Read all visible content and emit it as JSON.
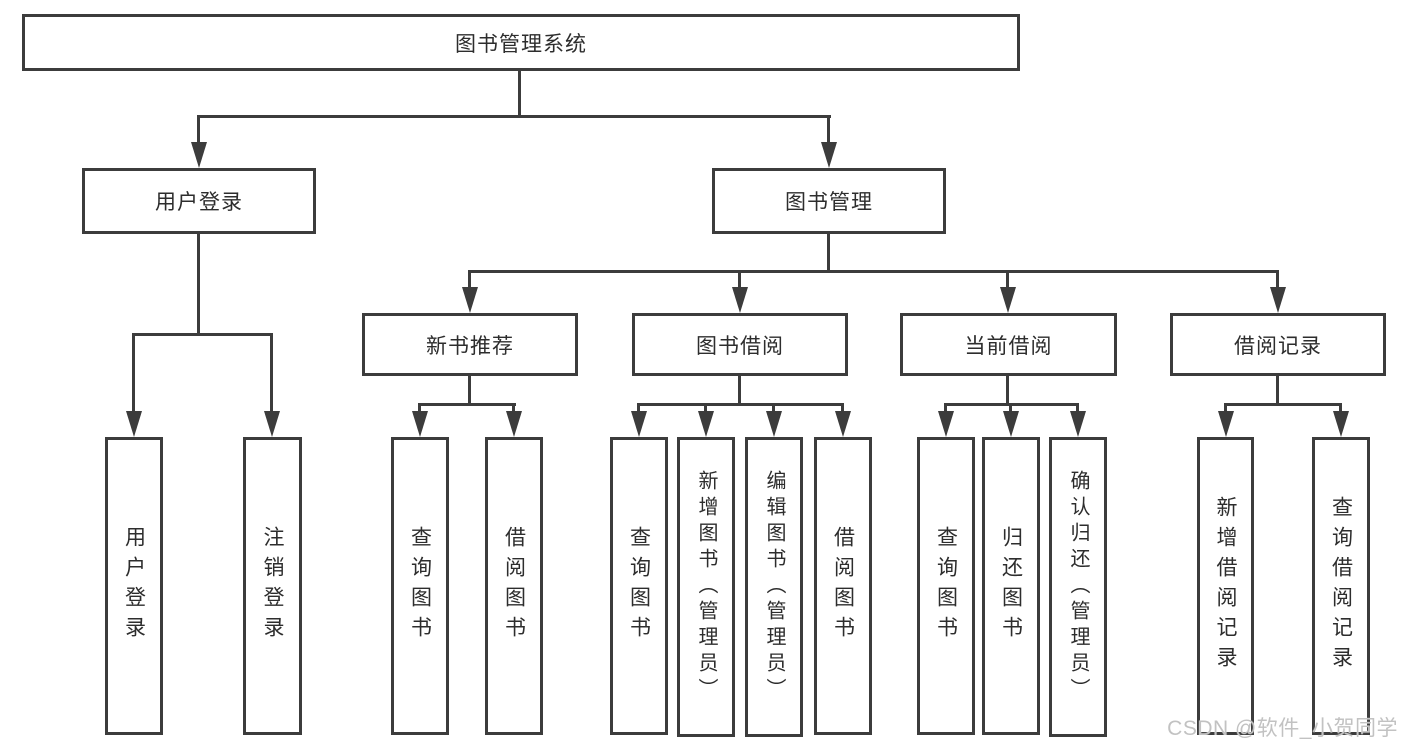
{
  "diagram": {
    "root": {
      "label": "图书管理系统"
    },
    "level2": [
      {
        "label": "用户登录"
      },
      {
        "label": "图书管理"
      }
    ],
    "level3": [
      {
        "label": "新书推荐"
      },
      {
        "label": "图书借阅"
      },
      {
        "label": "当前借阅"
      },
      {
        "label": "借阅记录"
      }
    ],
    "leaves": {
      "user_login": [
        {
          "label": "用户登录"
        },
        {
          "label": "注销登录"
        }
      ],
      "new_book": [
        {
          "label": "查询图书"
        },
        {
          "label": "借阅图书"
        }
      ],
      "book_borrow": [
        {
          "label": "查询图书"
        },
        {
          "label": "新增图书（管理员）"
        },
        {
          "label": "编辑图书（管理员）"
        },
        {
          "label": "借阅图书"
        }
      ],
      "current_borrow": [
        {
          "label": "查询图书"
        },
        {
          "label": "归还图书"
        },
        {
          "label": "确认归还（管理员）"
        }
      ],
      "borrow_records": [
        {
          "label": "新增借阅记录"
        },
        {
          "label": "查询借阅记录"
        }
      ]
    },
    "colors": {
      "line": "#3c3c3c",
      "text": "#2d2d2d",
      "background": "#ffffff",
      "watermark": "#c2c2c2"
    },
    "watermark": "CSDN @软件_小贺同学"
  }
}
